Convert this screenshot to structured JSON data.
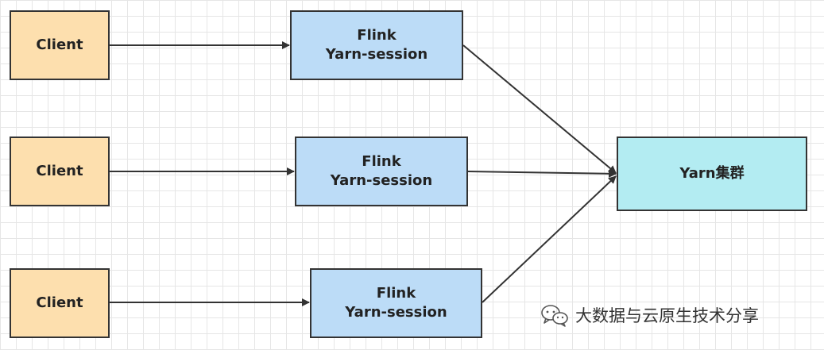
{
  "clients": [
    {
      "label": "Client"
    },
    {
      "label": "Client"
    },
    {
      "label": "Client"
    }
  ],
  "sessions": [
    {
      "line1": "Flink",
      "line2": "Yarn-session"
    },
    {
      "line1": "Flink",
      "line2": "Yarn-session"
    },
    {
      "line1": "Flink",
      "line2": "Yarn-session"
    }
  ],
  "cluster": {
    "label": "Yarn集群"
  },
  "watermark": {
    "text": "大数据与云原生技术分享",
    "icon": "wechat-icon"
  },
  "colors": {
    "client_fill": "#fddfae",
    "session_fill": "#bcdcf7",
    "cluster_fill": "#b3ecf2",
    "stroke": "#333333"
  }
}
